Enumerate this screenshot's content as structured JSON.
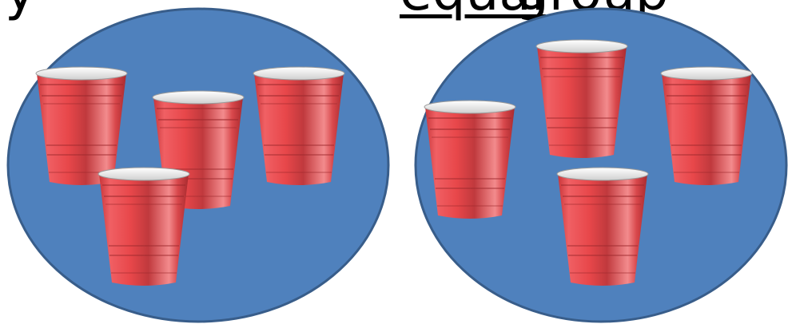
{
  "caption": {
    "pre": "y",
    "emphasis": "equal",
    "post": "group"
  },
  "colors": {
    "ellipse_fill": "#4f81bd",
    "ellipse_stroke": "#385d8a",
    "cup_red": "#e8474a",
    "cup_dark": "#b83236",
    "cup_light": "#f7a0a0",
    "rim": "#ececec"
  },
  "groups": [
    {
      "name": "left-group",
      "cup_count": 4
    },
    {
      "name": "right-group",
      "cup_count": 4
    }
  ]
}
